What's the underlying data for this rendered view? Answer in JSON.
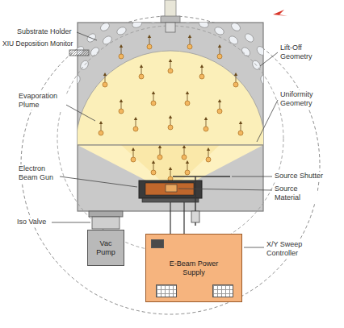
{
  "diagram": {
    "nodes": [
      {
        "text": [
          "Vac Pump"
        ]
      },
      {
        "text": [
          "E-Beam Power Supply"
        ]
      }
    ],
    "labels": [
      "Substrate Holder",
      "XIU Deposition Monitor",
      "Evaporation Plume",
      "Electron Beam Gun",
      "Iso Valve",
      "Lift-Off Geometry",
      "Uniformity Geometry",
      "Source Shutter",
      "Source Material",
      "X/Y Sweep Controller"
    ]
  }
}
